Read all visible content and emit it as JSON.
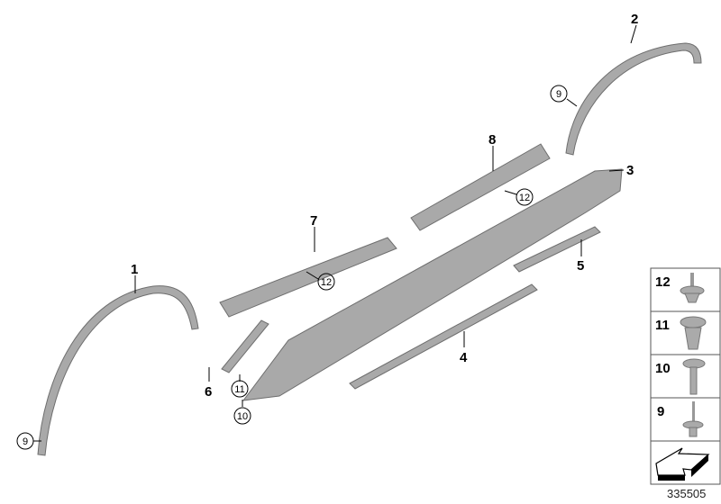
{
  "diagram_number": "335505",
  "callouts": [
    "1",
    "2",
    "3",
    "4",
    "5",
    "6",
    "7",
    "8"
  ],
  "circled_callouts": [
    "9",
    "9",
    "10",
    "11",
    "12",
    "12"
  ],
  "legend": [
    {
      "number": "12",
      "part": "clip-icon"
    },
    {
      "number": "11",
      "part": "expanding-clip-icon"
    },
    {
      "number": "10",
      "part": "screw-icon"
    },
    {
      "number": "9",
      "part": "rivet-icon"
    }
  ],
  "legend_footer_icon": "direction-arrow-icon"
}
